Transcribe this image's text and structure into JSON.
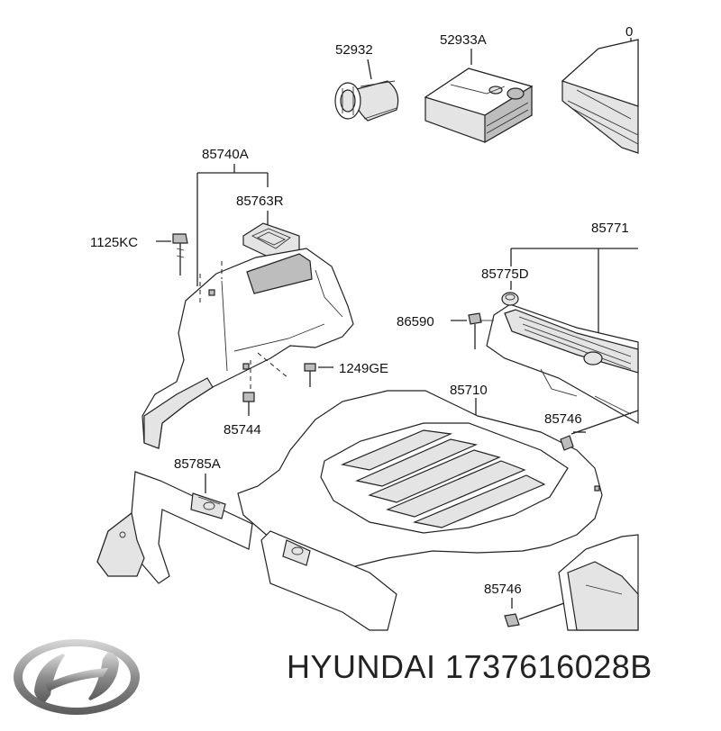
{
  "labels": {
    "p52932": "52932",
    "p52933A": "52933A",
    "p0": "0",
    "p85740A": "85740A",
    "p85763R": "85763R",
    "p1125KC": "1125KC",
    "p85771": "85771",
    "p85775D": "85775D",
    "p86590": "86590",
    "p1249GE": "1249GE",
    "p85710": "85710",
    "p85744": "85744",
    "p85746a": "85746",
    "p85785A": "85785A",
    "p85746b": "85746"
  },
  "footer": {
    "brand": "HYUNDAI",
    "part_number": "1737616028B",
    "logo_icon": "hyundai-logo-icon"
  },
  "colors": {
    "line": "#222222",
    "shade_light": "#e4e4e4",
    "shade_dark": "#bdbdbd",
    "logo_silver": "#9a9a9a"
  }
}
